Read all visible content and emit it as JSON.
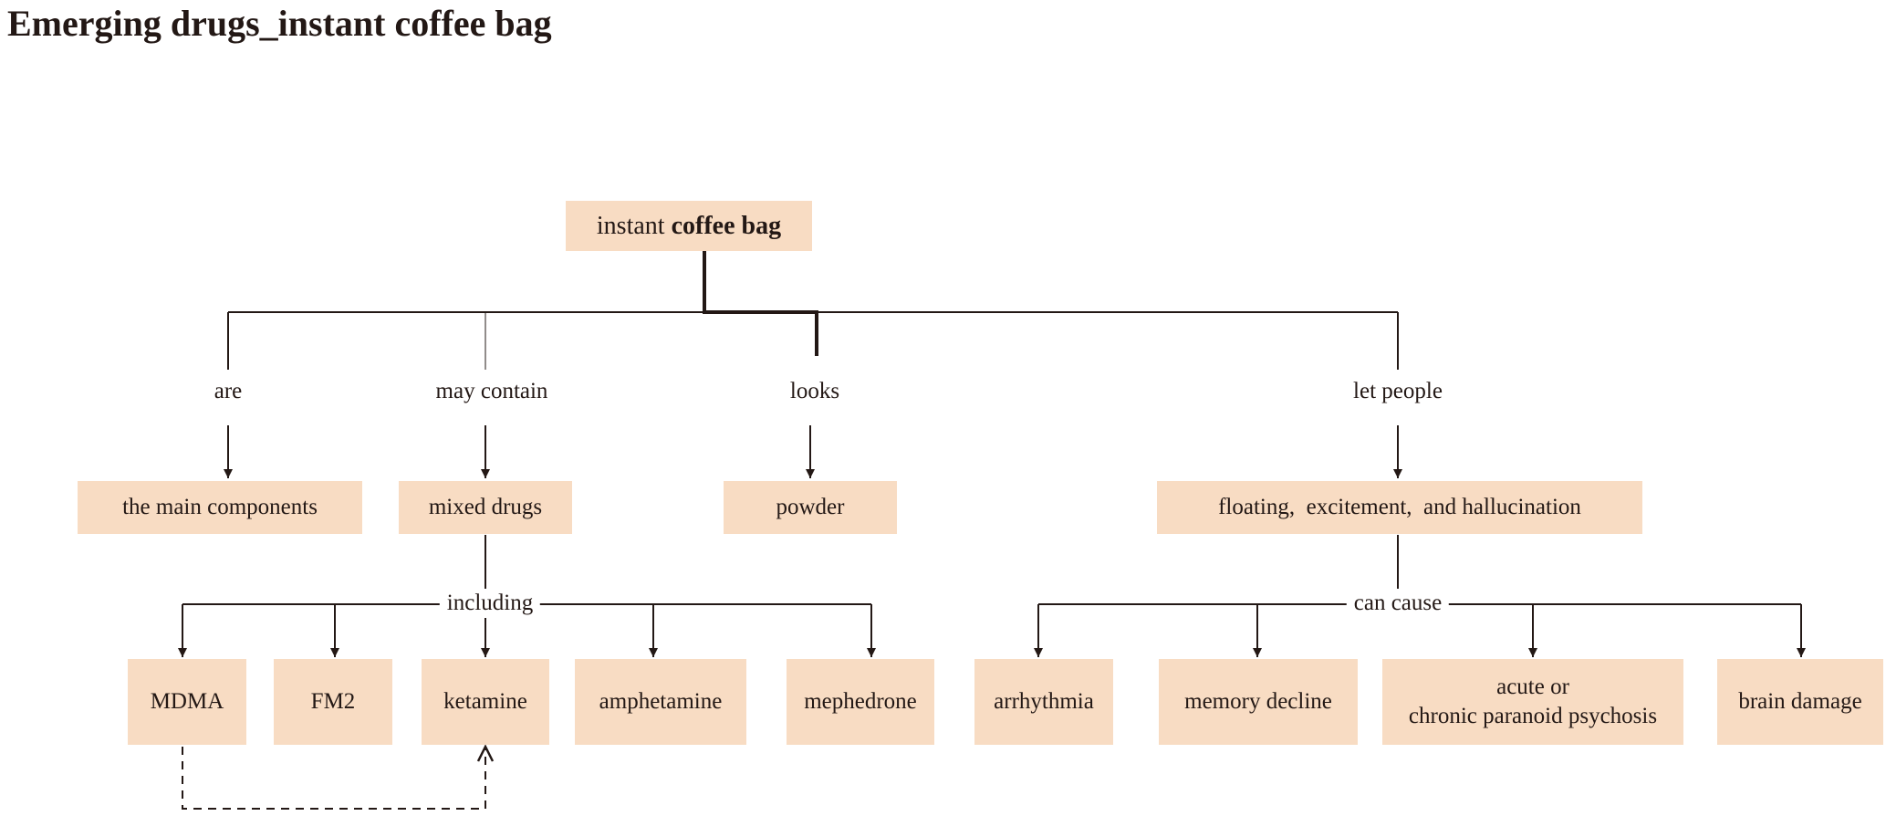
{
  "title": "Emerging drugs_instant coffee bag",
  "root": {
    "prefix": "instant",
    "bold": "coffee bag"
  },
  "relations": {
    "are": "are",
    "may_contain": "may contain",
    "looks": "looks",
    "let_people": "let people",
    "including": "including",
    "can_cause": "can cause"
  },
  "level2": {
    "main_components": "the main components",
    "mixed_drugs": "mixed drugs",
    "powder": "powder",
    "effects": "floating,  excitement,  and hallucination"
  },
  "drugs": [
    "MDMA",
    "FM2",
    "ketamine",
    "amphetamine",
    "mephedrone"
  ],
  "consequences": {
    "arrhythmia": "arrhythmia",
    "memory_decline": "memory decline",
    "psychosis_line1": "acute or",
    "psychosis_line2": "chronic paranoid psychosis",
    "brain_damage": "brain damage"
  },
  "colors": {
    "box": "#f8dcc3",
    "line": "#231815"
  }
}
